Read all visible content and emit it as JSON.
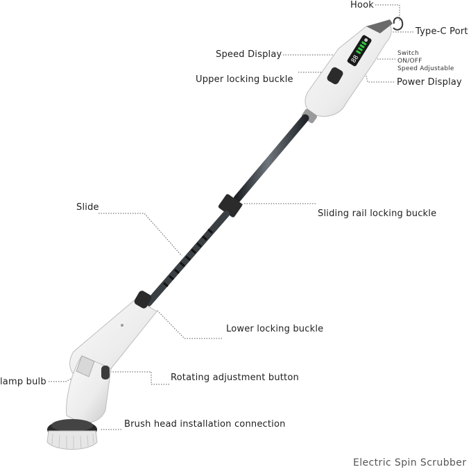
{
  "labels": {
    "hook": "Hook",
    "type_c_port": "Type-C Port",
    "speed_display": "Speed Display",
    "switch_line1": "Switch",
    "switch_line2": "ON/OFF",
    "switch_line3": "Speed Adjustable",
    "upper_locking_buckle": "Upper locking buckle",
    "power_display": "Power Display",
    "slide": "Slide",
    "sliding_rail_locking_buckle": "Sliding rail locking buckle",
    "lower_locking_buckle": "Lower locking buckle",
    "lamp_bulb": "lamp bulb",
    "rotating_adjustment_button": "Rotating adjustment button",
    "brush_head_installation_connection": "Brush head installation connection"
  },
  "caption": "Electric Spin Scrubber",
  "display": {
    "speed_number": "88"
  },
  "colors": {
    "body_white": "#f2f2f2",
    "body_shade": "#cfcfcf",
    "pole": "#3a3f44",
    "buckle": "#2b2b2b",
    "screen_bg": "#1a1a1a",
    "power_bars": "#2ecc40",
    "leader": "#555555"
  }
}
